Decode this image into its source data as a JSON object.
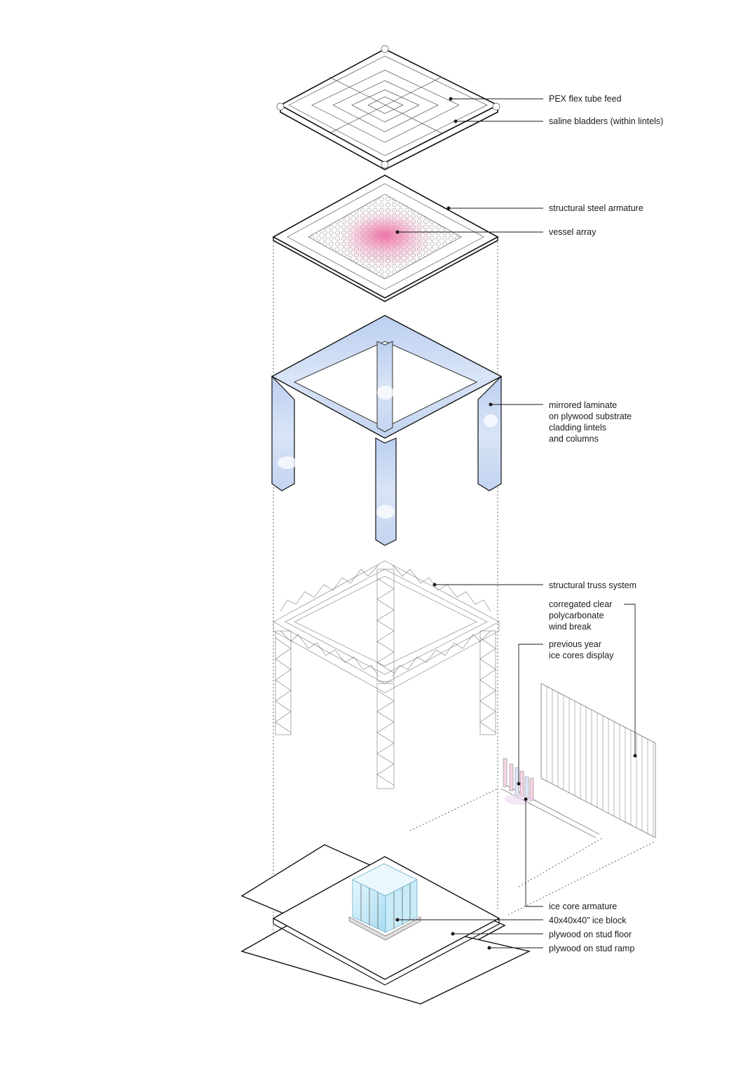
{
  "labels": {
    "pex_feed": "PEX flex tube feed",
    "saline_bladders": "saline bladders (within lintels)",
    "steel_armature": "structural steel armature",
    "vessel_array": "vessel array",
    "mirrored_laminate": [
      "mirrored laminate",
      "on plywood substrate",
      "cladding lintels",
      "and columns"
    ],
    "truss_system": "structural truss system",
    "wind_break": [
      "corregated clear",
      "polycarbonate",
      "wind break"
    ],
    "ice_cores_display": [
      "previous year",
      "ice cores display"
    ],
    "ice_core_armature": "ice core armature",
    "ice_block": "40x40x40” ice block",
    "stud_floor": "plywood on stud floor",
    "stud_ramp": "plywood on stud ramp"
  },
  "colors": {
    "ink": "#1a1a1a",
    "mirror_blue": "#c9d8f2",
    "vessel_pink": "#f2a3c4",
    "ice_cyan": "#bfe6f5",
    "line_grey": "#555555"
  }
}
